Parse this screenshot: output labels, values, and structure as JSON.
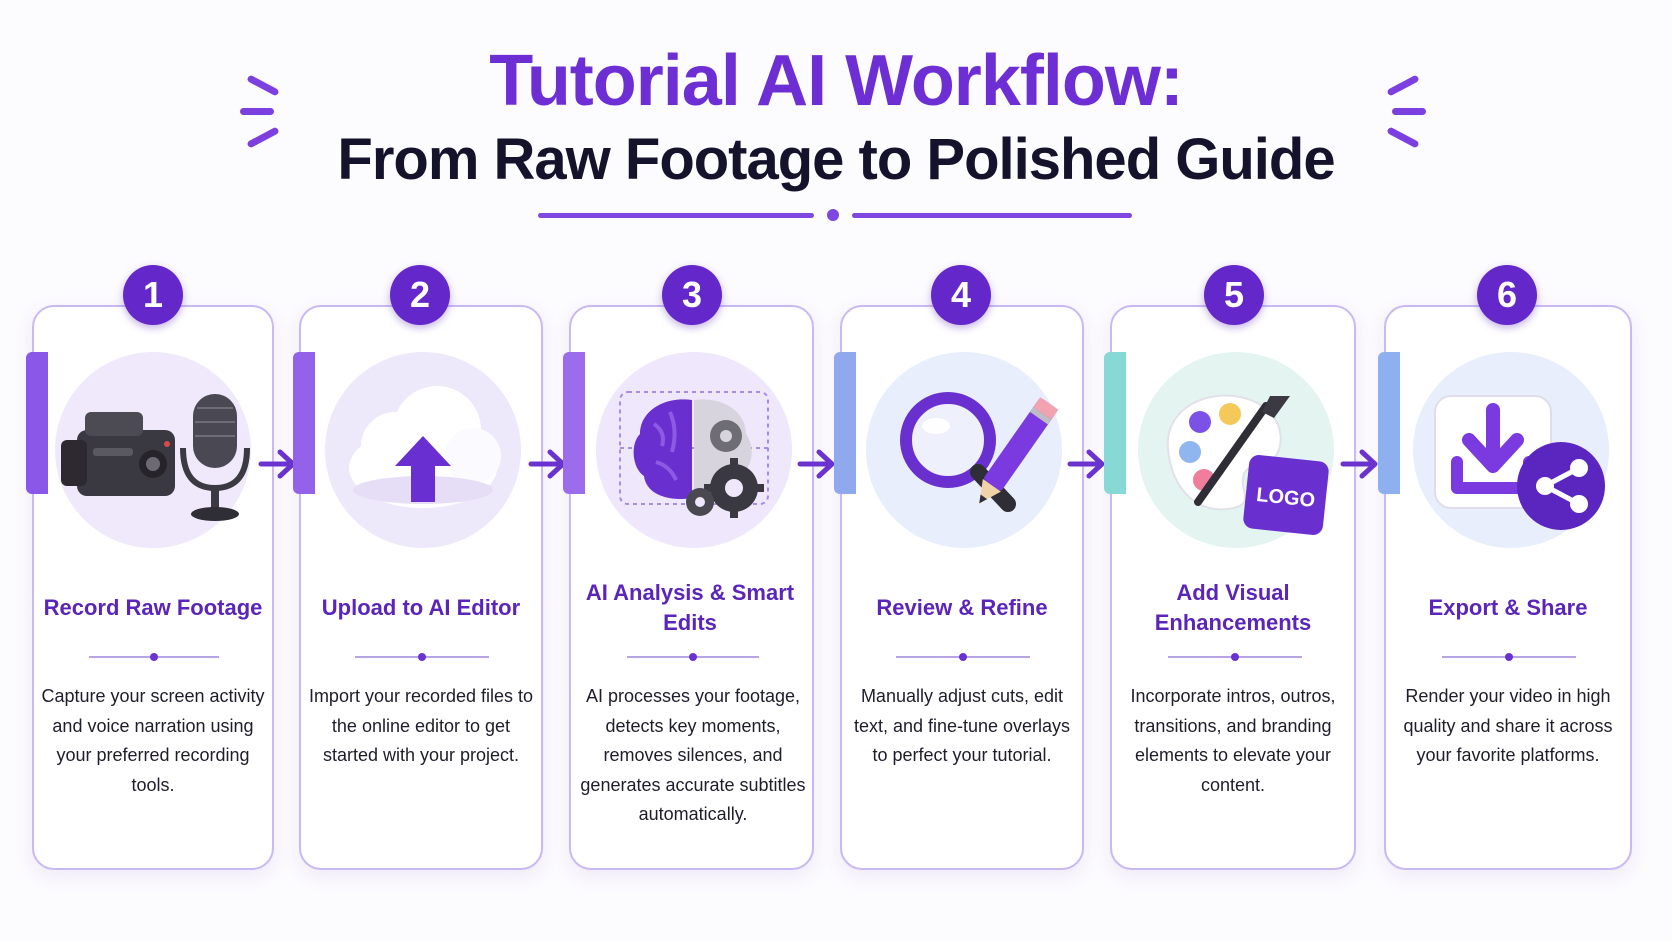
{
  "title": {
    "line1": "Tutorial AI Workflow:",
    "line2": "From Raw Footage to Polished Guide"
  },
  "colors": {
    "primary": "#6427c9",
    "title_purple": "#6d2fd3",
    "heading_dark": "#15132b",
    "card_border": "#c9b9f3"
  },
  "steps": [
    {
      "number": "1",
      "title": "Record Raw Footage",
      "description": "Capture your screen activity and voice narration using your preferred recording tools.",
      "icon": "video-camera-and-microphone-icon"
    },
    {
      "number": "2",
      "title": "Upload to AI Editor",
      "description": "Import your recorded files to the online editor to get started with your project.",
      "icon": "cloud-upload-icon"
    },
    {
      "number": "3",
      "title": "AI Analysis & Smart Edits",
      "description": "AI processes your footage, detects key moments, removes silences, and generates accurate subtitles automatically.",
      "icon": "ai-brain-gears-icon"
    },
    {
      "number": "4",
      "title": "Review & Refine",
      "description": "Manually adjust cuts, edit text, and fine-tune overlays to perfect your tutorial.",
      "icon": "magnifier-and-pencil-icon"
    },
    {
      "number": "5",
      "title": "Add Visual Enhancements",
      "description": "Incorporate intros, outros, transitions, and branding elements to elevate your content.",
      "icon": "palette-brush-logo-icon",
      "logo_text": "LOGO"
    },
    {
      "number": "6",
      "title": "Export & Share",
      "description": "Render your video in high quality and share it across your favorite platforms.",
      "icon": "download-and-share-icon"
    }
  ]
}
